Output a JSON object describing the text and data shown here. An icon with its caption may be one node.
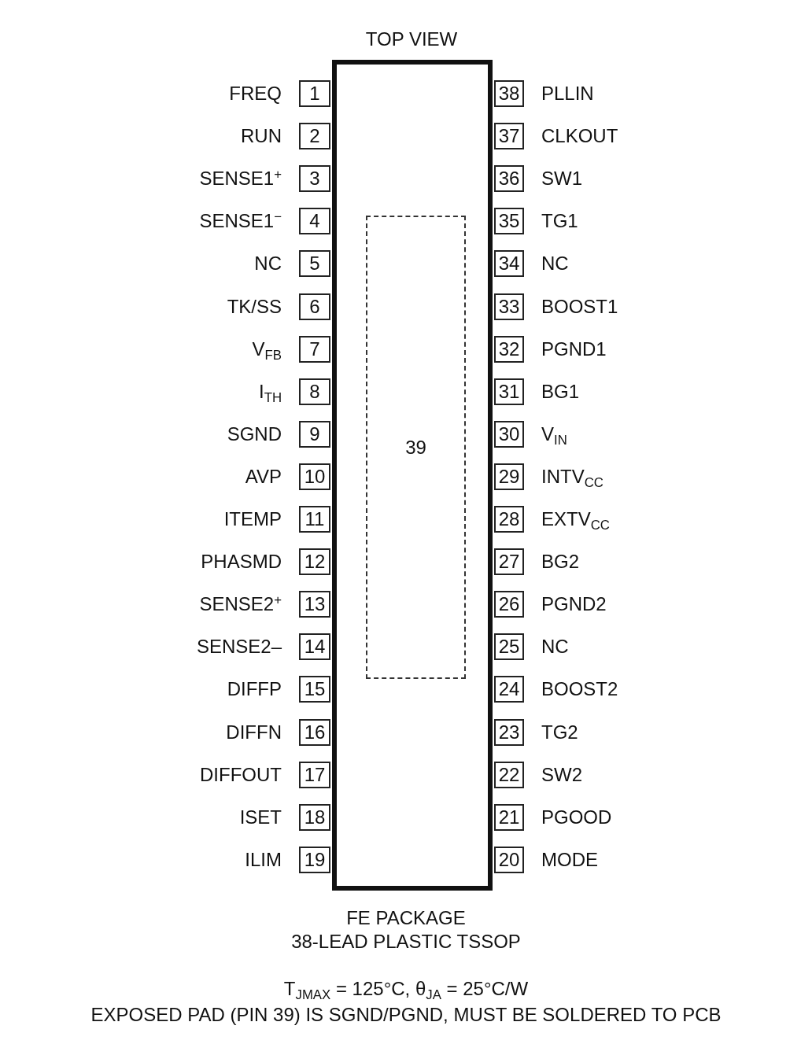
{
  "diagram": {
    "title": "TOP VIEW",
    "nodes": [
      {
        "text": [],
        "shape": "box"
      },
      {
        "text": [
          "1"
        ],
        "beside": [
          "FREQ"
        ]
      },
      {
        "text": [
          "2"
        ],
        "beside": [
          "RUN"
        ]
      },
      {
        "text": [
          "3"
        ],
        "beside": [
          "SENSE1$^{+}$"
        ]
      },
      {
        "text": [
          "4"
        ],
        "beside": [
          "SENSE1$^{−}$"
        ]
      },
      {
        "text": [
          "5"
        ],
        "beside": [
          "NC"
        ]
      },
      {
        "text": [
          "6"
        ],
        "beside": [
          "TK/SS"
        ]
      },
      {
        "text": [
          "7"
        ],
        "beside": [
          "V$_{FB}$"
        ]
      },
      {
        "text": [
          "8"
        ],
        "beside": [
          "I$_{TH}$"
        ]
      },
      {
        "text": [
          "9"
        ],
        "beside": [
          "SGND"
        ]
      },
      {
        "text": [
          "10"
        ],
        "beside": [
          "AVP"
        ]
      },
      {
        "text": [
          "11"
        ],
        "beside": [
          "ITEMP"
        ]
      },
      {
        "text": [
          "12"
        ],
        "beside": [
          "PHASMD"
        ]
      },
      {
        "text": [
          "13"
        ],
        "beside": [
          "SENSE2$^{+}$"
        ]
      },
      {
        "text": [
          "14"
        ],
        "beside": [
          "SENSE2–"
        ]
      },
      {
        "text": [
          "15"
        ],
        "beside": [
          "DIFFP"
        ]
      },
      {
        "text": [
          "16"
        ],
        "beside": [
          "DIFFN"
        ]
      },
      {
        "text": [
          "17"
        ],
        "beside": [
          "DIFFOUT"
        ]
      },
      {
        "text": [
          "18"
        ],
        "beside": [
          "ISET"
        ]
      },
      {
        "text": [
          "19"
        ],
        "beside": [
          "ILIM"
        ]
      },
      {
        "text": [
          "38"
        ],
        "beside": [
          "PLLIN"
        ]
      },
      {
        "text": [
          "37"
        ],
        "beside": [
          "CLKOUT"
        ]
      },
      {
        "text": [
          "36"
        ],
        "beside": [
          "SW1"
        ]
      },
      {
        "text": [
          "35"
        ],
        "beside": [
          "TG1"
        ]
      },
      {
        "text": [
          "34"
        ],
        "beside": [
          "NC"
        ]
      },
      {
        "text": [
          "33"
        ],
        "beside": [
          "BOOST1"
        ]
      },
      {
        "text": [
          "32"
        ],
        "beside": [
          "PGND1"
        ]
      },
      {
        "text": [
          "31"
        ],
        "beside": [
          "BG1"
        ]
      },
      {
        "text": [
          "30"
        ],
        "beside": [
          "V$_{IN}$"
        ]
      },
      {
        "text": [
          "29"
        ],
        "beside": [
          "INTV$_{CC}$"
        ]
      },
      {
        "text": [
          "28"
        ],
        "beside": [
          "EXTV$_{CC}$"
        ]
      },
      {
        "text": [
          "27"
        ],
        "beside": [
          "BG2"
        ]
      },
      {
        "text": [
          "26"
        ],
        "beside": [
          "PGND2"
        ]
      },
      {
        "text": [
          "25"
        ],
        "beside": [
          "NC"
        ]
      },
      {
        "text": [
          "24"
        ],
        "beside": [
          "BOOST2"
        ]
      },
      {
        "text": [
          "23"
        ],
        "beside": [
          "TG2"
        ]
      },
      {
        "text": [
          "22"
        ],
        "beside": [
          "SW2"
        ]
      },
      {
        "text": [
          "21"
        ],
        "beside": [
          "PGOOD"
        ]
      },
      {
        "text": [
          "20"
        ],
        "beside": [
          "MODE"
        ]
      },
      {
        "text": [
          "39"
        ],
        "in": 0
      }
    ],
    "labels": [
      "FE PACKAGE",
      "38-LEAD PLASTIC TSSOP",
      "T$_{JMAX}$ = 125°C, θ$_{JA}$ = 25°C/W",
      "EXPOSED PAD (PIN 39) IS SGND/PGND, MUST BE SOLDERED TO PCB"
    ]
  }
}
